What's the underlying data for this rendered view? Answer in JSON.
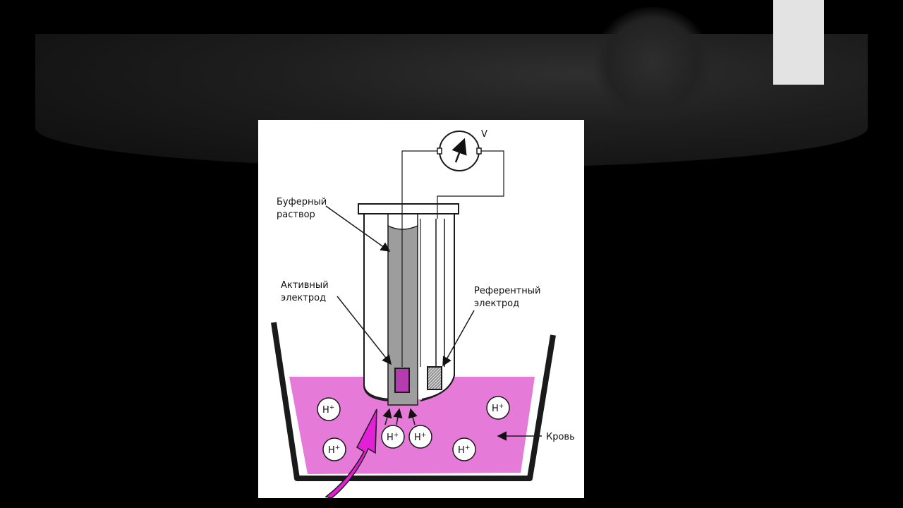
{
  "slide": {
    "background_color": "#000000",
    "accent_block_color": "#e3e3e3"
  },
  "diagram": {
    "meter_label": "V",
    "labels": {
      "buffer_line1": "Буферный",
      "buffer_line2": "раствор",
      "active_line1": "Активный",
      "active_line2": "электрод",
      "reference_line1": "Референтный",
      "reference_line2": "электрод",
      "blood": "Кровь"
    },
    "ion_label": "H",
    "ion_charge": "+",
    "colors": {
      "blood": "#e67ad8",
      "arrow": "#e31fd8",
      "active_electrode": "#b43cb0",
      "buffer": "#9d9d9d",
      "outline": "#1a1a1a"
    }
  }
}
